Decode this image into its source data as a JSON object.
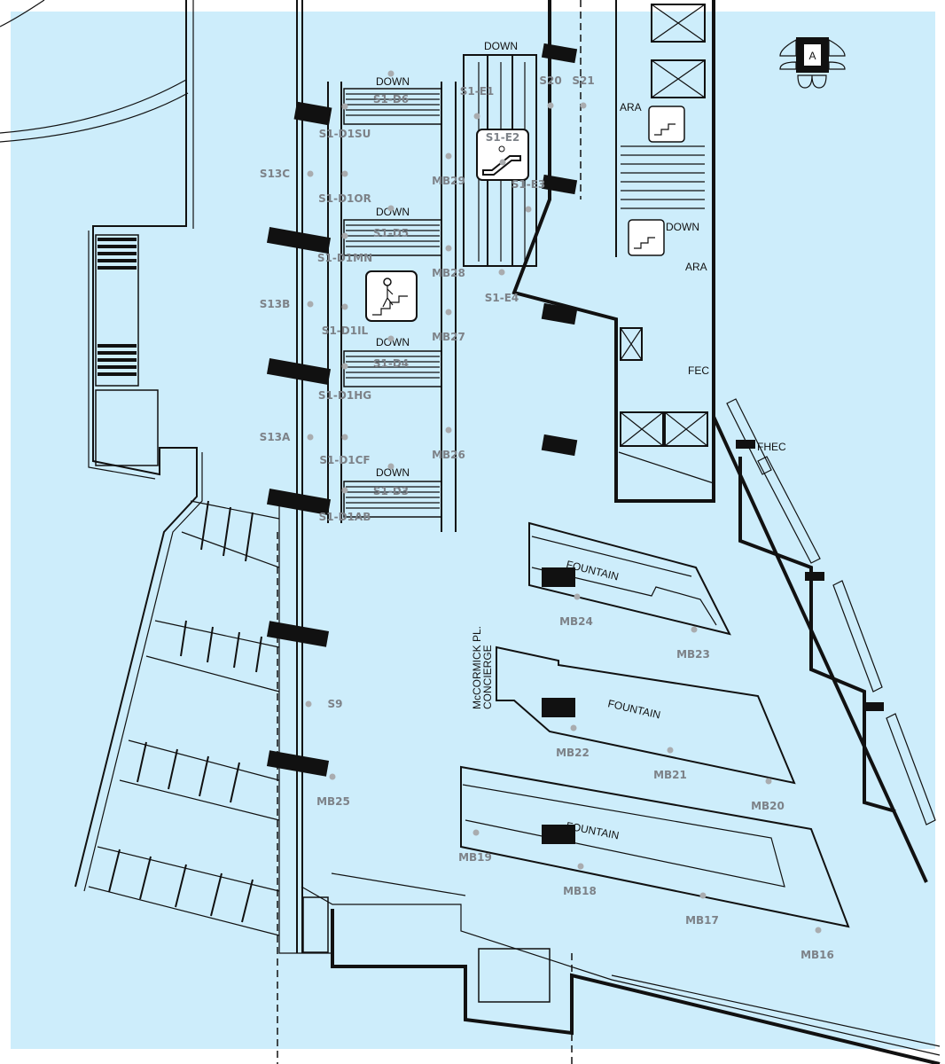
{
  "map": {
    "background_color": "#cdedfb",
    "marker_label": "A",
    "direction_labels": [
      "DOWN",
      "DOWN",
      "DOWN",
      "DOWN",
      "DOWN",
      "DOWN"
    ],
    "fountain_labels": [
      "FOUNTAIN",
      "FOUNTAIN",
      "FOUNTAIN"
    ],
    "concierge": [
      "McCORMICK PL.",
      "CONCIERGE"
    ],
    "facility_labels": {
      "fhec": "FHEC",
      "fec": "FEC",
      "ara1": "ARA",
      "ara2": "ARA"
    },
    "points": {
      "s1_d6": "S1-D6",
      "s1_d1su": "S1-D1SU",
      "s13c": "S13C",
      "s1_d1or": "S1-D1OR",
      "s1_d5": "S1-D5",
      "s1_d1mn": "S1-D1MN",
      "s13b": "S13B",
      "s1_d1il": "S1-D1IL",
      "s1_d4": "S1-D4",
      "s1_d1hg": "S1-D1HG",
      "s13a": "S13A",
      "s1_d1cf": "S1-D1CF",
      "s1_d3": "S1-D3",
      "s1_d1ab": "S1-D1AB",
      "mb29": "MB29",
      "mb28": "MB28",
      "mb27": "MB27",
      "mb26": "MB26",
      "s1_e1": "S1-E1",
      "s1_e2": "S1-E2",
      "s1_e3": "S1-E3",
      "s1_e4": "S1-E4",
      "s20": "S20",
      "s21": "S21",
      "s9": "S9",
      "mb25": "MB25",
      "mb24": "MB24",
      "mb23": "MB23",
      "mb22": "MB22",
      "mb21": "MB21",
      "mb20": "MB20",
      "mb19": "MB19",
      "mb18": "MB18",
      "mb17": "MB17",
      "mb16": "MB16"
    }
  }
}
